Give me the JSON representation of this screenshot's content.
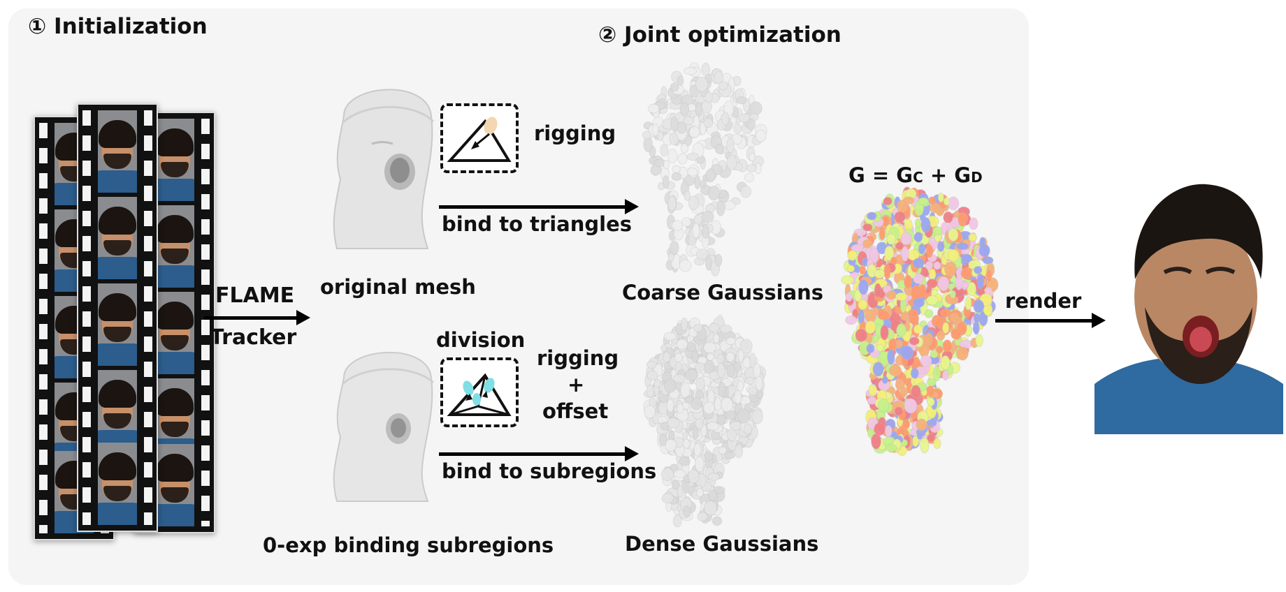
{
  "steps": {
    "initialization": "① Initialization",
    "joint_optimization": "② Joint optimization"
  },
  "tracker": {
    "line1": "FLAME",
    "line2": "Tracker"
  },
  "upper_branch": {
    "mesh_label": "original mesh",
    "rigging": "rigging",
    "bind": "bind to triangles",
    "gaussians": "Coarse Gaussians"
  },
  "lower_branch": {
    "mesh_label": "0-exp binding subregions",
    "division": "division",
    "rigging": "rigging",
    "plus": "+",
    "offset": "offset",
    "bind": "bind to subregions",
    "gaussians": "Dense Gaussians"
  },
  "combined": {
    "lhs": "G = G",
    "c": "C",
    "plus": " + G",
    "d": "D"
  },
  "render": "render",
  "colors": {
    "panel": "#f5f5f5",
    "accent_peach": "#f3d7b2",
    "accent_cyan": "#7fdfe6"
  }
}
